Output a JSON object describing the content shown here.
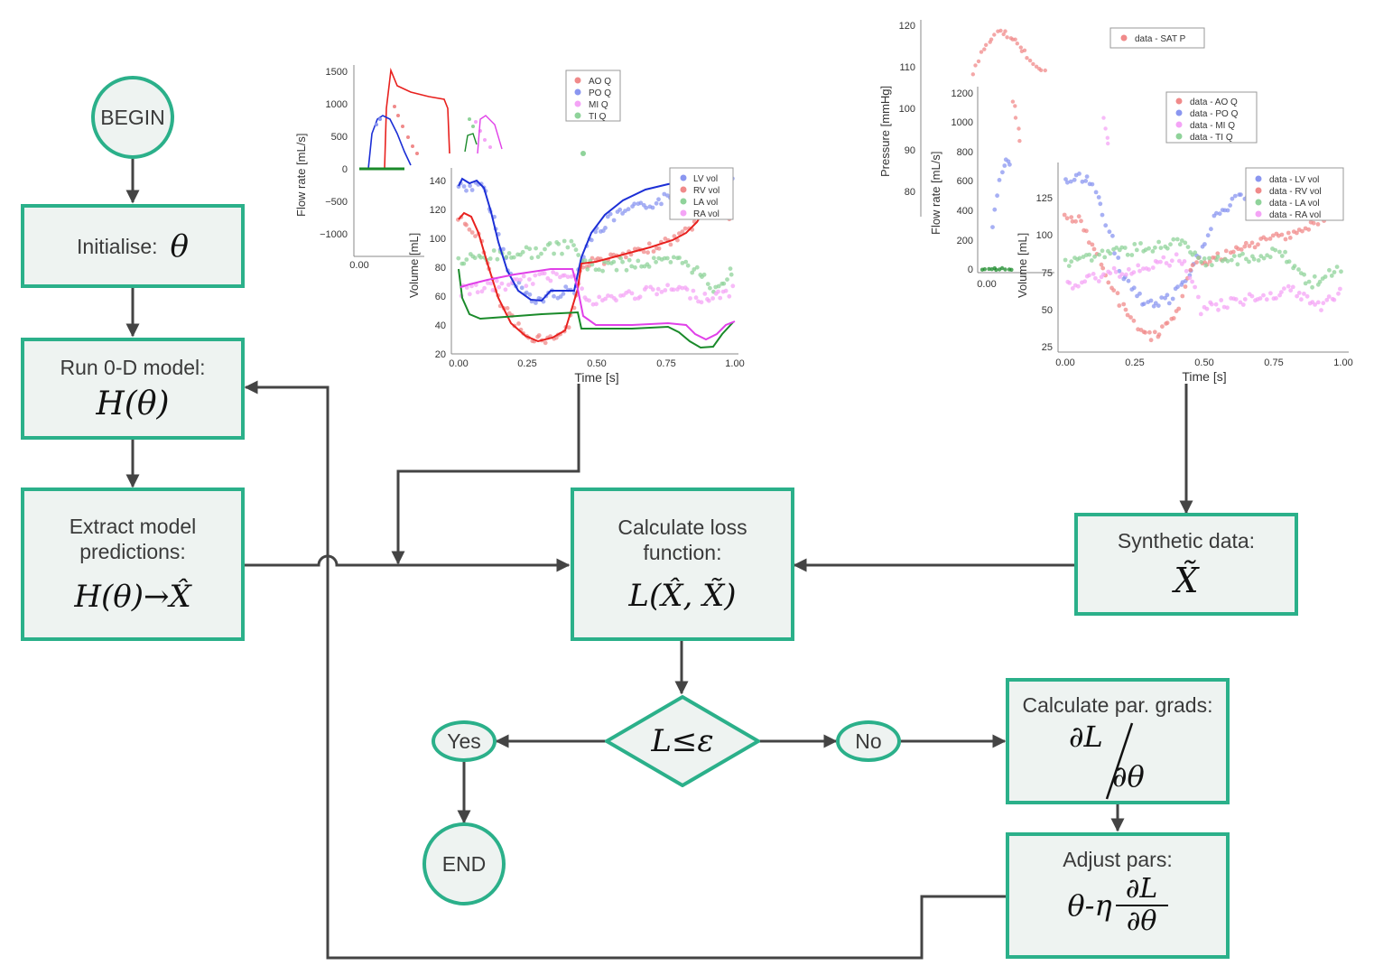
{
  "flow": {
    "begin": "BEGIN",
    "init_label": "Initialise:",
    "init_math": "θ",
    "run_label": "Run 0-D model:",
    "run_math": "H(θ)",
    "extract_label_1": "Extract model",
    "extract_label_2": "predictions:",
    "extract_math": "H(θ)→X̂",
    "loss_label_1": "Calculate loss",
    "loss_label_2": "function:",
    "loss_math": "L(X̂, X̃)",
    "synth_label": "Synthetic data:",
    "synth_math": "X̃",
    "decision": "L≤ε",
    "yes": "Yes",
    "no": "No",
    "end": "END",
    "grads_label": "Calculate par. grads:",
    "grads_num": "∂L",
    "grads_den": "∂θ",
    "adjust_label": "Adjust pars:",
    "adjust_lhs": "θ-η",
    "adjust_num": "∂L",
    "adjust_den": "∂θ"
  },
  "colors": {
    "accent": "#2bb08a",
    "box_fill": "#eef3f1",
    "arrow": "#444444",
    "red": "#e8211e",
    "blue": "#1c2fd6",
    "magenta": "#e040e8",
    "green": "#1a8a2a"
  },
  "plot_left": {
    "flow_ylabel": "Flow rate [mL/s]",
    "flow_yticks": [
      "1500",
      "1000",
      "500",
      "0",
      "−500",
      "−1000"
    ],
    "flow_x0": "0.00",
    "flow_legend": [
      "AO Q",
      "PO Q",
      "MI Q",
      "TI Q"
    ],
    "vol_ylabel": "Volume [mL]",
    "vol_yticks": [
      "140",
      "120",
      "100",
      "80",
      "60",
      "40",
      "20"
    ],
    "xticks": [
      "0.00",
      "0.25",
      "0.50",
      "0.75",
      "1.00"
    ],
    "xlabel": "Time [s]",
    "vol_legend": [
      "LV vol",
      "RV vol",
      "LA vol",
      "RA vol"
    ]
  },
  "plot_right": {
    "p_ylabel": "Pressure [mmHg]",
    "p_yticks": [
      "120",
      "110",
      "100",
      "90",
      "80"
    ],
    "p_legend": "data - SAT P",
    "flow_ylabel": "Flow rate [mL/s]",
    "flow_yticks": [
      "1200",
      "1000",
      "800",
      "600",
      "400",
      "200",
      "0"
    ],
    "flow_x0": "0.00",
    "flow_legend": [
      "data - AO Q",
      "data - PO Q",
      "data - MI Q",
      "data - TI Q"
    ],
    "vol_ylabel": "Volume [mL]",
    "vol_yticks": [
      "125",
      "100",
      "75",
      "50",
      "25"
    ],
    "xticks": [
      "0.00",
      "0.25",
      "0.50",
      "0.75",
      "1.00"
    ],
    "xlabel": "Time [s]",
    "vol_legend": [
      "data - LV vol",
      "data - RV vol",
      "data - LA vol",
      "data - RA vol"
    ]
  }
}
